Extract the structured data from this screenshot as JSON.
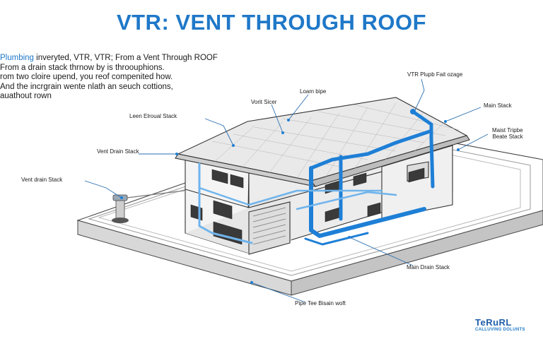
{
  "title": "VTR: VENT THROUGH ROOF",
  "intro": {
    "line1_highlight": "Plumbing",
    "line1_rest": " inveryted, VTR, VTR; From a Vent Through ROOF",
    "line2": "From a drain stack thrnow by is throouphions.",
    "line3": "rom two cloire upend, you reof compenited how.",
    "line4": "And the incrgrain wente nlath an seuch cottions,",
    "line5": "auathout rown"
  },
  "labels": {
    "loam_bipe": "Loam bipe",
    "vorit_sicer": "Vorit Sicer",
    "vtr_plupb": "VTR Plupb Fait ozage",
    "leen_elroual": "Leen Elroual Stack",
    "main_stack": "Main Stack",
    "maist_tripbe_1": "Maist Tripbe",
    "maist_tripbe_2": "Beate Stack",
    "vent_drain_stack": "Vent Drain Stack",
    "vent_drain_stack_lower": "Vent drain Stack",
    "main_drain_stack": "Main Drain Stack",
    "pipe_tee": "Pipe Tee Bisain woft"
  },
  "brand": {
    "name": "TeRuRL",
    "tagline": "CALLUVING DOLUNTS"
  },
  "colors": {
    "title": "#1f78c8",
    "pipe": "#1e7fd6",
    "pipe_light": "#6fb4ec",
    "line": "#2a2a2a"
  }
}
